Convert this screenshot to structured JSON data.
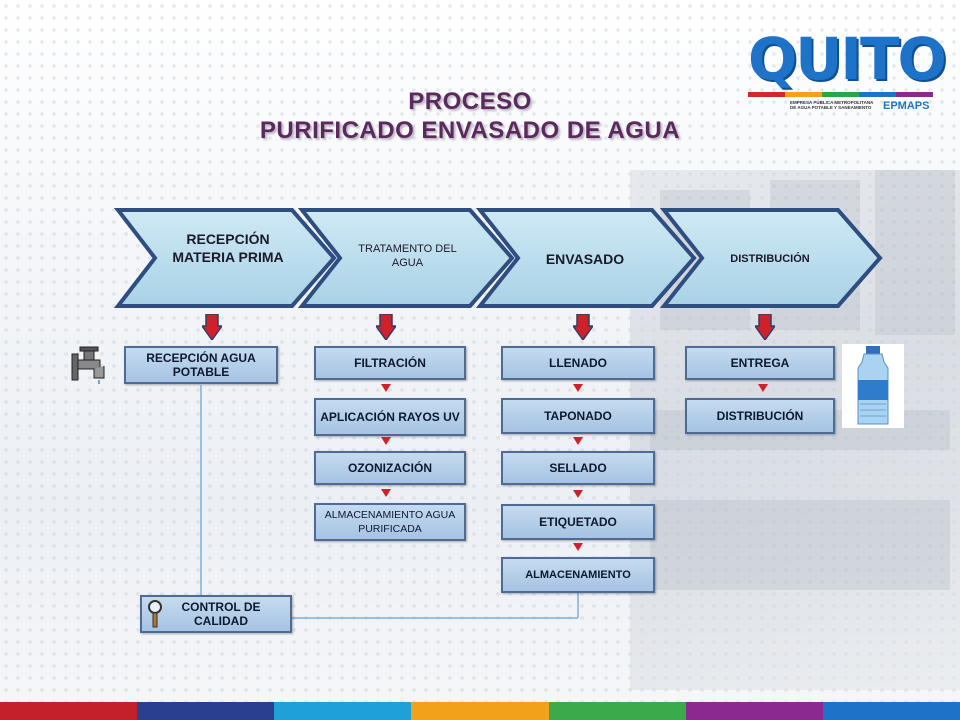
{
  "title": {
    "line1": "PROCESO",
    "line2": "PURIFICADO ENVASADO DE AGUA"
  },
  "logo": {
    "word": "QUITO",
    "subtitle": "EMPRESA PÚBLICA METROPOLITANA DE AGUA POTABLE Y SANEAMIENTO",
    "acronym": "EPMAPS"
  },
  "stages": [
    {
      "label": "RECEPCIÓN MATERIA PRIMA"
    },
    {
      "label": "TRATAMENTO DEL AGUA"
    },
    {
      "label": "ENVASADO"
    },
    {
      "label": "DISTRIBUCIÓN"
    }
  ],
  "column1": {
    "reception": "RECEPCIÓN AGUA POTABLE",
    "quality": "CONTROL DE CALIDAD"
  },
  "column2": [
    "FILTRACIÓN",
    "APLICACIÓN RAYOS UV",
    "OZONIZACIÓN",
    "ALMACENAMIENTO AGUA PURIFICADA"
  ],
  "column3": [
    "LLENADO",
    "TAPONADO",
    "SELLADO",
    "ETIQUETADO",
    "ALMACENAMIENTO"
  ],
  "column4": [
    "ENTREGA",
    "DISTRIBUCIÓN"
  ],
  "colors": {
    "title": "#5a2a5e",
    "chevron_fill": "#b9dceb",
    "chevron_border": "#2e4d80",
    "box_fill": "#b3cde8",
    "arrow": "#d0202a"
  },
  "icons": {
    "faucet": "faucet-icon",
    "magnifier": "magnifier-icon",
    "bottle": "water-bottle-icon"
  }
}
